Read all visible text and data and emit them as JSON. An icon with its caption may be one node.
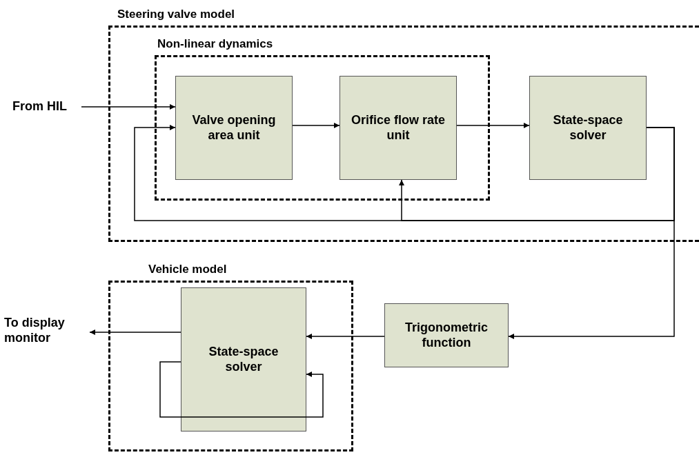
{
  "diagram": {
    "nodes": [
      {
        "text": [
          "Steering valve model"
        ]
      },
      {
        "text": [
          "Non-linear dynamics"
        ],
        "in": 0
      },
      {
        "text": [
          "Valve opening area unit"
        ],
        "in": 1
      },
      {
        "text": [
          "Orifice flow rate unit"
        ],
        "in": 1
      },
      {
        "text": [
          "State-space solver"
        ],
        "in": 0
      },
      {
        "text": [
          "From HIL"
        ]
      },
      {
        "text": [
          "Vehicle model"
        ]
      },
      {
        "text": [
          "State-space solver"
        ],
        "in": 6
      },
      {
        "text": [
          "Trigonometric function"
        ]
      },
      {
        "text": [
          "To display monitor"
        ]
      }
    ],
    "edges": [
      {
        "from": 5,
        "to": 2,
        "arrow": "to"
      },
      {
        "from": 2,
        "to": 3,
        "arrow": "to"
      },
      {
        "from": 3,
        "to": 4,
        "arrow": "to"
      },
      {
        "from": 4,
        "to": 2,
        "arrow": "to"
      },
      {
        "from": 4,
        "to": 3,
        "arrow": "to"
      },
      {
        "from": 4,
        "to": 8,
        "arrow": "to"
      },
      {
        "from": 8,
        "to": 7,
        "arrow": "to"
      },
      {
        "from": 7,
        "to": 9,
        "arrow": "to"
      },
      {
        "from": 7,
        "to": 7,
        "arrow": "to"
      }
    ]
  }
}
